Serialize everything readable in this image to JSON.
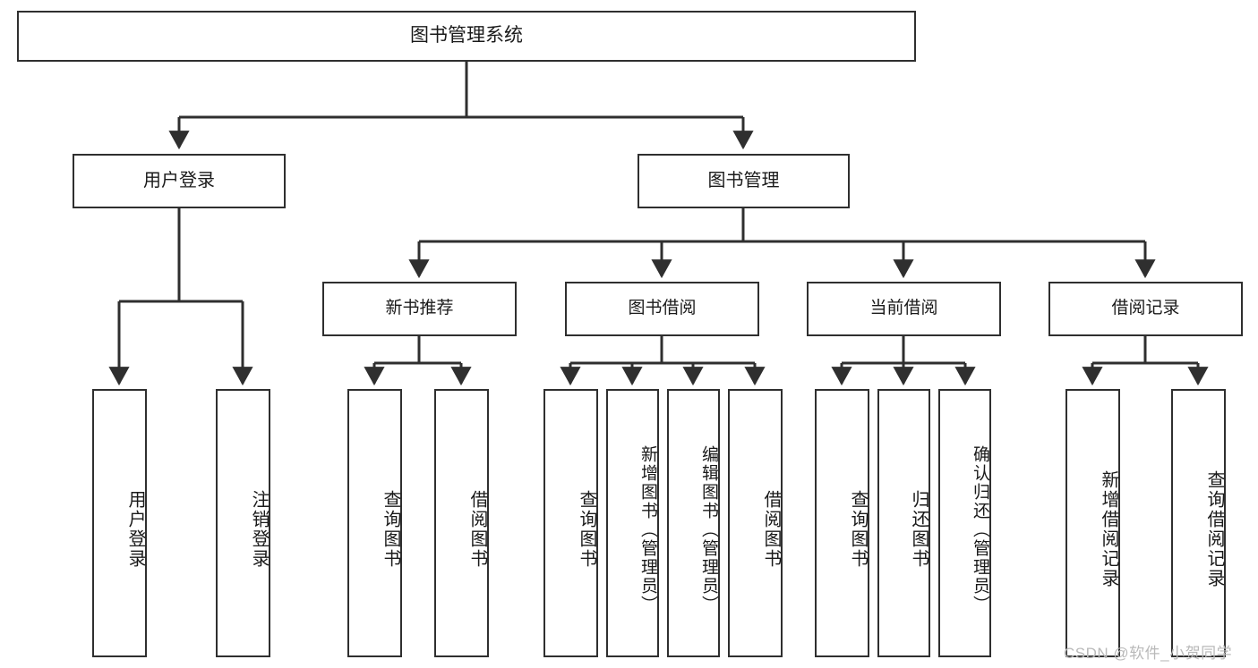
{
  "diagram": {
    "title": "图书管理系统",
    "type": "tree-hierarchy-chart",
    "root": {
      "label": "图书管理系统"
    },
    "level1": [
      {
        "label": "用户登录"
      },
      {
        "label": "图书管理"
      }
    ],
    "level2": [
      {
        "label": "新书推荐"
      },
      {
        "label": "图书借阅"
      },
      {
        "label": "当前借阅"
      },
      {
        "label": "借阅记录"
      }
    ],
    "leaves": {
      "user_login": [
        {
          "label": "用户登录"
        },
        {
          "label": "注销登录"
        }
      ],
      "new_book_recommend": [
        {
          "label": "查询图书"
        },
        {
          "label": "借阅图书"
        }
      ],
      "book_borrow": [
        {
          "label": "查询图书"
        },
        {
          "label": "新增图书（管理员）"
        },
        {
          "label": "编辑图书（管理员）"
        },
        {
          "label": "借阅图书"
        }
      ],
      "current_borrow": [
        {
          "label": "查询图书"
        },
        {
          "label": "归还图书"
        },
        {
          "label": "确认归还（管理员）"
        }
      ],
      "borrow_record": [
        {
          "label": "新增借阅记录"
        },
        {
          "label": "查询借阅记录"
        }
      ]
    },
    "colors": {
      "stroke": "#2f2f2f",
      "fill": "#ffffff",
      "text": "#1a1a1a",
      "watermark": "#b9b9b9"
    }
  },
  "watermark": {
    "text": "CSDN @软件_小贺同学"
  }
}
